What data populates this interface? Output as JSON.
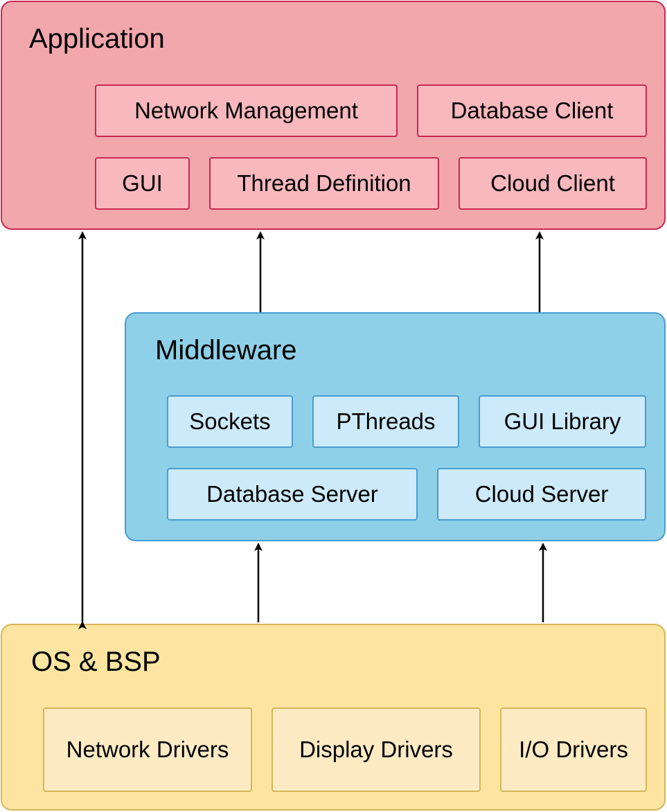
{
  "colors": {
    "application_fill": "#F2A7AC",
    "application_stroke": "#C9284F",
    "application_module_fill": "#F8B8BD",
    "middleware_fill": "#8ED0E8",
    "middleware_stroke": "#4A9CCF",
    "middleware_module_fill": "#CCEAFA",
    "os_fill": "#FDE5A1",
    "os_stroke": "#D6B656",
    "os_module_fill": "#FEEBC4",
    "arrow": "#000000"
  },
  "application": {
    "title": "Application",
    "modules": {
      "network_management": "Network Management",
      "database_client": "Database Client",
      "gui": "GUI",
      "thread_definition": "Thread Definition",
      "cloud_client": "Cloud Client"
    }
  },
  "middleware": {
    "title": "Middleware",
    "modules": {
      "sockets": "Sockets",
      "pthreads": "PThreads",
      "gui_library": "GUI Library",
      "database_server": "Database Server",
      "cloud_server": "Cloud Server"
    }
  },
  "os_bsp": {
    "title": "OS & BSP",
    "modules": {
      "network_drivers": "Network Drivers",
      "display_drivers": "Display Drivers",
      "io_drivers": "I/O Drivers"
    }
  },
  "connections": [
    {
      "from": "os-bsp-layer",
      "to": "application-layer",
      "direction": "bidirectional"
    },
    {
      "from": "middleware-layer",
      "to": "application-layer",
      "direction": "up"
    },
    {
      "from": "middleware-layer",
      "to": "application-layer",
      "direction": "up"
    },
    {
      "from": "os-bsp-layer",
      "to": "middleware-layer",
      "direction": "up"
    },
    {
      "from": "os-bsp-layer",
      "to": "middleware-layer",
      "direction": "up"
    }
  ]
}
